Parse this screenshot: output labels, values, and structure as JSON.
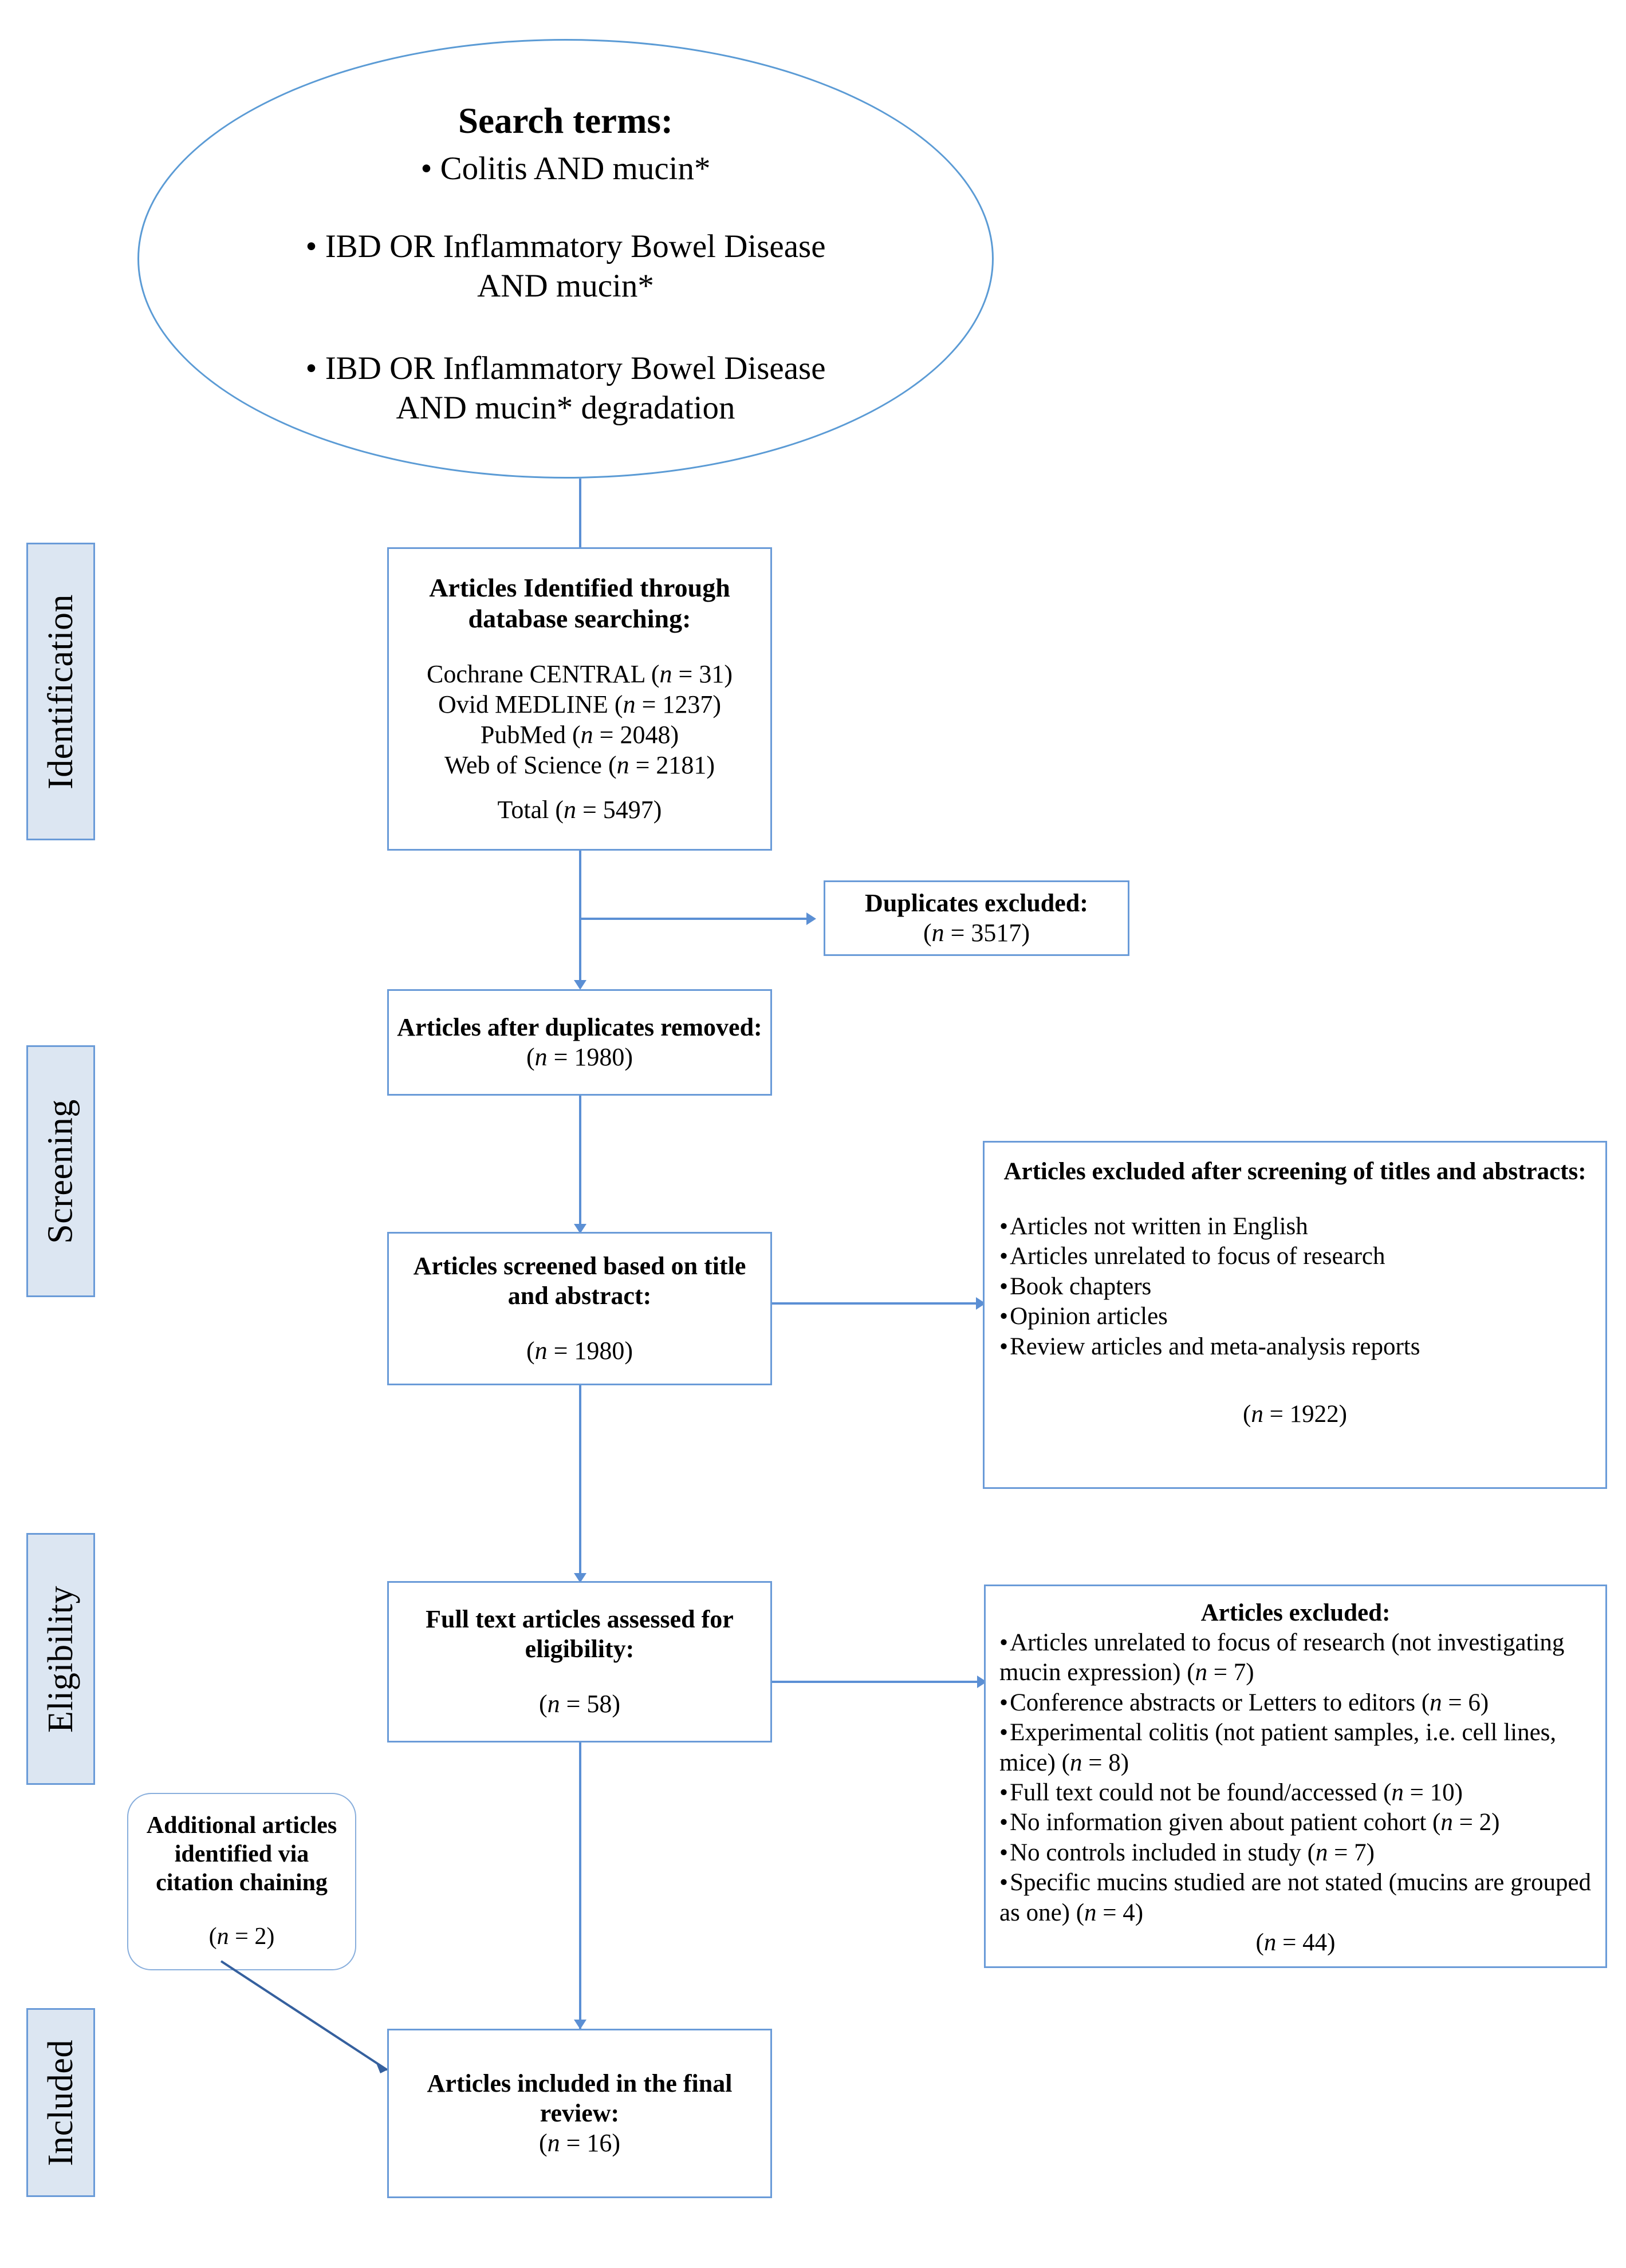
{
  "diagram": {
    "type": "prisma-flow-diagram",
    "accent_color": "#5B9BD5",
    "box_border_color": "#6A9BD8",
    "stage_bar_fill": "#DCE6F2"
  },
  "stages": [
    {
      "id": "identification",
      "label": "Identification"
    },
    {
      "id": "screening",
      "label": "Screening"
    },
    {
      "id": "eligibility",
      "label": "Eligibility"
    },
    {
      "id": "included",
      "label": "Included"
    }
  ],
  "search_terms": {
    "title": "Search terms:",
    "items": [
      "• Colitis AND mucin*",
      "• IBD OR Inflammatory Bowel Disease AND mucin*",
      "• IBD OR Inflammatory Bowel Disease AND mucin* degradation"
    ],
    "item_lines": [
      [
        "• Colitis AND mucin*"
      ],
      [
        "• IBD OR Inflammatory Bowel Disease",
        "AND mucin*"
      ],
      [
        "• IBD OR Inflammatory Bowel Disease",
        "AND mucin* degradation"
      ]
    ]
  },
  "identified": {
    "title_line1": "Articles Identified through",
    "title_line2": "database searching:",
    "sources": [
      {
        "name": "Cochrane CENTRAL",
        "n": "31",
        "text": "Cochrane CENTRAL (n = 31)"
      },
      {
        "name": "Ovid MEDLINE",
        "n": "1237",
        "text": "Ovid MEDLINE (n = 1237)"
      },
      {
        "name": "PubMed",
        "n": "2048",
        "text": "PubMed (n = 2048)"
      },
      {
        "name": "Web of  Science",
        "n": "2181",
        "text": "Web of  Science (n = 2181)"
      }
    ],
    "total": "Total (n = 5497)",
    "total_n": "5497"
  },
  "duplicates_excluded": {
    "title": "Duplicates excluded:",
    "count": "(n = 3517)",
    "n": "3517"
  },
  "after_duplicates": {
    "title": "Articles after duplicates removed:",
    "count": "(n = 1980)",
    "n": "1980"
  },
  "screened": {
    "title_line1": "Articles screened based on title",
    "title_line2": "and abstract:",
    "count": "(n = 1980)",
    "n": "1980"
  },
  "screening_excluded": {
    "title": "Articles excluded after screening of titles and abstracts:",
    "reasons": [
      "Articles not written in English",
      "Articles unrelated to focus of research",
      "Book chapters",
      "Opinion articles",
      "Review articles and meta-analysis reports"
    ],
    "count": "(n = 1922)",
    "n": "1922"
  },
  "full_text": {
    "title_line1": "Full text articles assessed for",
    "title_line2": "eligibility:",
    "count": "(n = 58)",
    "n": "58"
  },
  "eligibility_excluded": {
    "title": "Articles excluded:",
    "reasons": [
      "Articles unrelated to focus of research (not investigating mucin expression) (n = 7)",
      "Conference abstracts or Letters to editors (n = 6)",
      "Experimental colitis (not patient samples, i.e. cell lines, mice) (n = 8)",
      "Full text could not be found/accessed (n = 10)",
      "No information given about patient cohort (n = 2)",
      "No controls included in study (n = 7)",
      "Specific mucins studied are not stated (mucins are grouped as one) (n = 4)"
    ],
    "count": "(n = 44)",
    "n": "44"
  },
  "citation_chaining": {
    "title_line1": "Additional articles",
    "title_line2": "identified via",
    "title_line3": "citation chaining",
    "count": "(n = 2)",
    "n": "2"
  },
  "final_included": {
    "title_line1": "Articles included in the final",
    "title_line2": "review:",
    "count": "(n = 16)",
    "n": "16"
  }
}
